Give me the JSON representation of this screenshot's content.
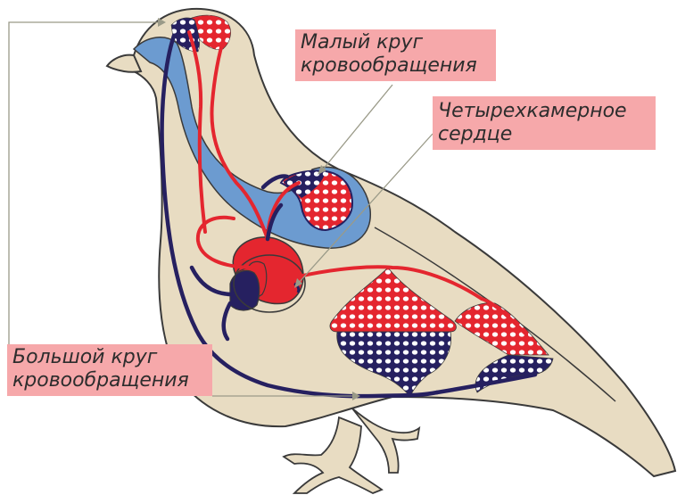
{
  "labels": {
    "pulmonary": {
      "line1": "Малый круг",
      "line2": "кровообращения"
    },
    "heart": {
      "line1": "Четырехкамерное",
      "line2": "сердце"
    },
    "systemic": {
      "line1": "Большой круг",
      "line2": "кровообращения"
    }
  },
  "colors": {
    "body": "#e8dcc2",
    "outline": "#3a3a3a",
    "arterial": "#e4262f",
    "venous": "#262060",
    "lung": "#6c9bd0",
    "label_bg": "#f6a8aa",
    "pointer": "#9a9a88"
  }
}
